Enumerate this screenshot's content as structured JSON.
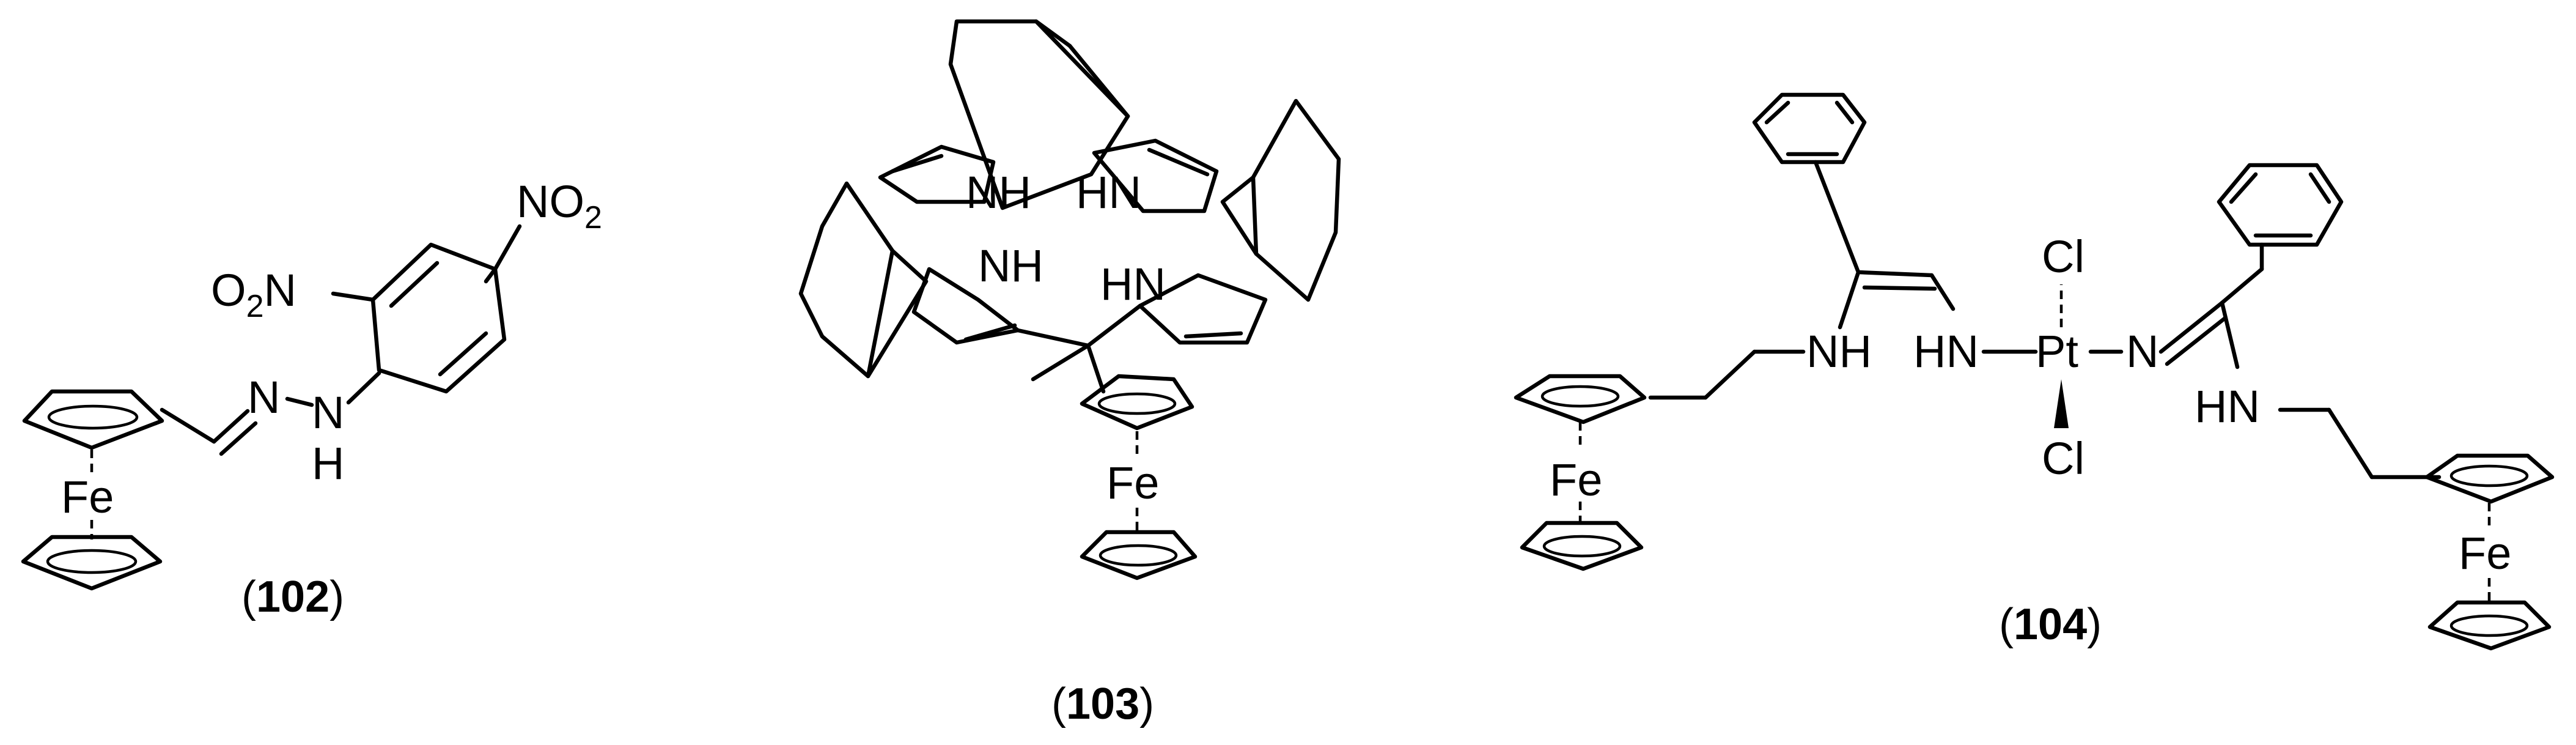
{
  "compounds": [
    {
      "label": "102",
      "atoms": {
        "nitro_top": "NO",
        "nitro_top_sub": "2",
        "nitro_left": "O",
        "nitro_left_sub": "2",
        "nitro_left_n": "N",
        "imine_n": "N",
        "hydrazine_n": "N",
        "hydrazine_h": "H",
        "iron": "Fe"
      }
    },
    {
      "label": "103",
      "atoms": {
        "nh_top_left": "NH",
        "nh_top_right": "HN",
        "nh_bottom_left": "NH",
        "nh_bottom_right": "HN",
        "iron": "Fe"
      }
    },
    {
      "label": "104",
      "atoms": {
        "nh_left": "NH",
        "hn_left": "HN",
        "platinum": "Pt",
        "cl_top": "Cl",
        "cl_bottom": "Cl",
        "imine_n": "N",
        "hn_right": "HN",
        "iron_left": "Fe",
        "iron_right": "Fe"
      }
    }
  ]
}
